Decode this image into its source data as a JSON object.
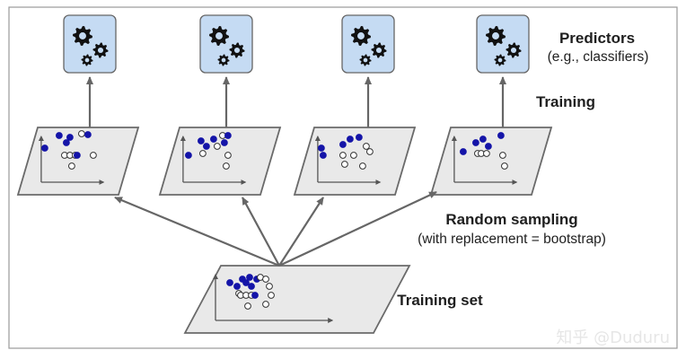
{
  "labels": {
    "predictors_title": "Predictors",
    "predictors_sub": "(e.g., classifiers)",
    "training": "Training",
    "random_sampling_title": "Random sampling",
    "random_sampling_sub": "(with replacement = bootstrap)",
    "training_set": "Training set"
  },
  "watermark": "知乎 @Duduru",
  "colors": {
    "predictor_fill": "#c5dbf3",
    "panel_fill": "#e9e9e9",
    "arrow": "#666666",
    "dot_filled": "#1414a8",
    "dot_empty": "#ffffff"
  },
  "icons": [
    "gears-icon"
  ]
}
